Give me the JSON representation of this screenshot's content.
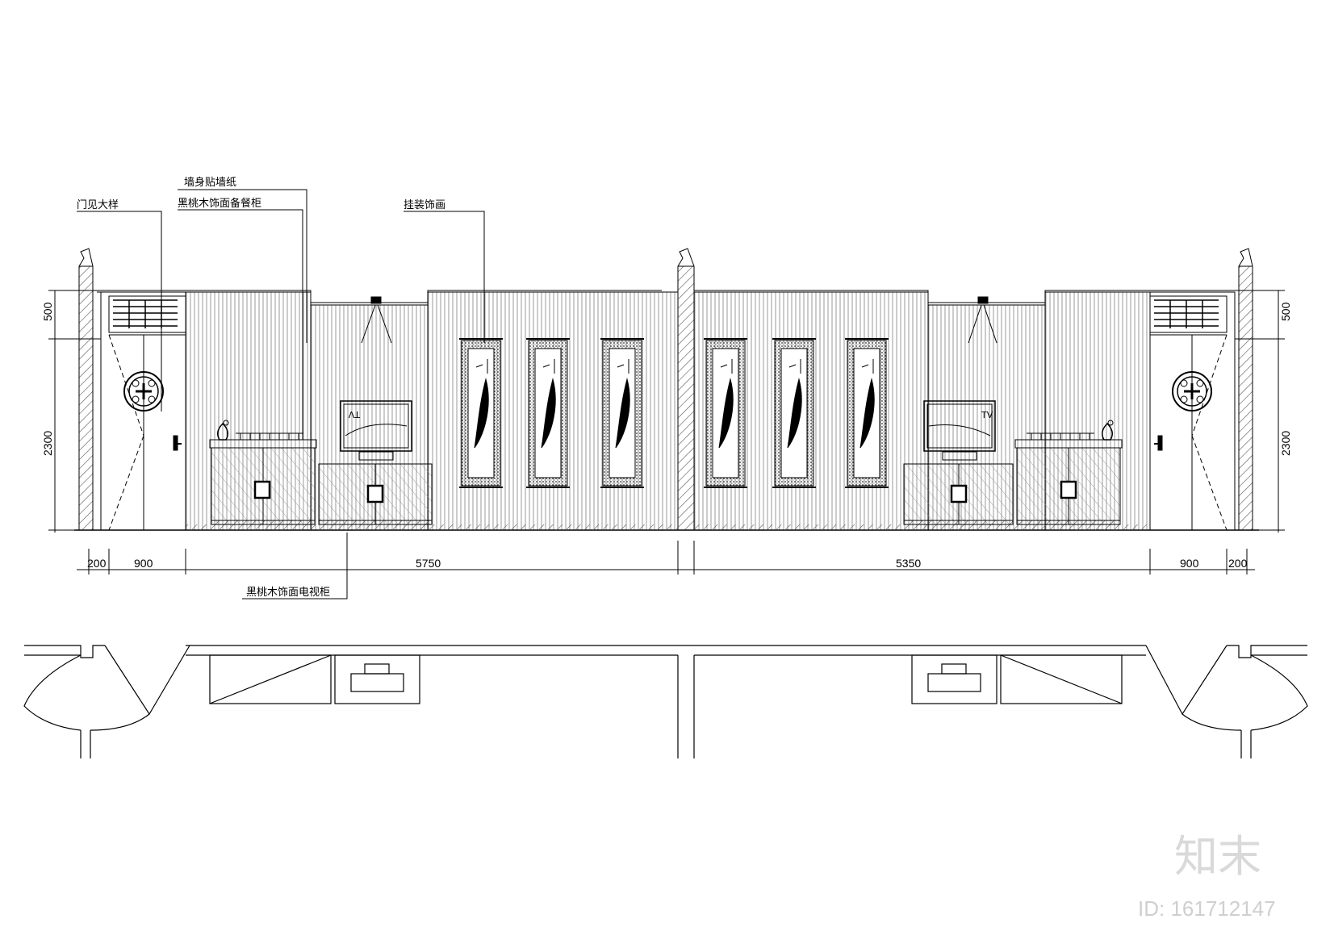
{
  "callouts": {
    "door_detail": "门见大样",
    "wallpaper": "墙身贴墙纸",
    "dining_cabinet": "黑桃木饰面备餐柜",
    "hanging_painting": "挂装饰画",
    "tv_cabinet": "黑桃木饰面电视柜"
  },
  "dimensions": {
    "left_height_top": "500",
    "left_height_main": "2300",
    "right_height_top": "500",
    "right_height_main": "2300",
    "left_wall": "200",
    "left_door": "900",
    "left_room": "5750",
    "right_room": "5350",
    "right_door": "900",
    "right_wall": "200"
  },
  "tv_labels": {
    "left": "TV",
    "right": "TV"
  },
  "watermark": {
    "logo": "知末",
    "id": "ID: 161712147"
  }
}
